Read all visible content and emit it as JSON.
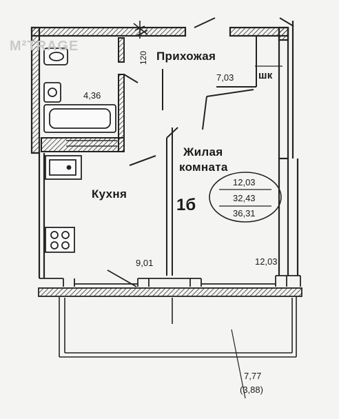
{
  "watermark": "M²TRAGE",
  "rooms": {
    "hallway": {
      "name": "Прихожая",
      "area": "7,03"
    },
    "closet": {
      "name": "шк"
    },
    "bathroom": {
      "area": "4,36"
    },
    "living": {
      "name_line1": "Жилая",
      "name_line2": "комната",
      "area": "12,03"
    },
    "kitchen": {
      "name": "Кухня",
      "area": "9,01"
    },
    "balcony": {
      "area": "7,77",
      "area_reduced": "(3,88)"
    }
  },
  "wall_mark": "120",
  "apartment": {
    "type": "1б",
    "living_area": "12,03",
    "total_area": "32,43",
    "total_with_balcony": "36,31"
  }
}
